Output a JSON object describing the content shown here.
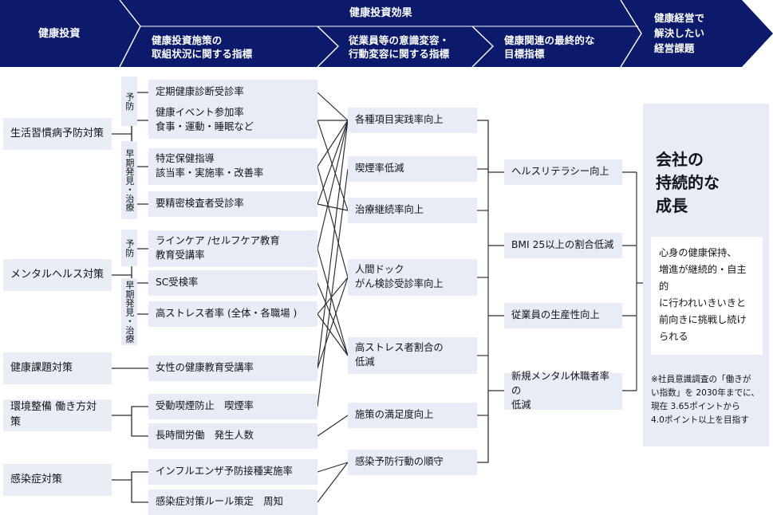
{
  "header": {
    "col1": {
      "label": "健康投資"
    },
    "effect_band": {
      "label": "健康投資効果"
    },
    "col2": {
      "line1": "健康投資施策の",
      "line2": "取組状況に関する指標"
    },
    "col3": {
      "line1": "従業員等の意識変容・",
      "line2": "行動変容に関する指標"
    },
    "col4": {
      "line1": "健康関連の最終的な",
      "line2": "目標指標"
    },
    "col5": {
      "line1": "健康経営で",
      "line2": "解決したい",
      "line3": "経営課題"
    }
  },
  "colors": {
    "header_navy": "#0b1a6b",
    "box_fill": "#e8ecf7",
    "line": "#2a2a33",
    "text": "#111317",
    "white": "#ffffff"
  },
  "investments": [
    {
      "label": "生活習慣病予防対策"
    },
    {
      "label": "メンタルヘルス対策"
    },
    {
      "label": "健康課題対策"
    },
    {
      "label": "環境整備 働き方対策"
    },
    {
      "label": "感染症対策"
    }
  ],
  "stage_tags": [
    {
      "label": "予防"
    },
    {
      "label": "早期発見・治療"
    },
    {
      "label": "予防"
    },
    {
      "label": "早期発見・治療"
    }
  ],
  "measures": [
    {
      "line1": "定期健康診断受診率",
      "line2": ""
    },
    {
      "line1": "健康イベント参加率",
      "line2": "食事・運動・睡眠など"
    },
    {
      "line1": "特定保健指導",
      "line2": "該当率・実施率・改善率"
    },
    {
      "line1": "要精密検査者受診率",
      "line2": ""
    },
    {
      "line1": "ラインケア /セルフケア教育",
      "line2": "教育受講率"
    },
    {
      "line1": "SC受検率",
      "line2": ""
    },
    {
      "line1": "高ストレス者率 (全体・各職場 )",
      "line2": ""
    },
    {
      "line1": "女性の健康教育受講率",
      "line2": ""
    },
    {
      "line1": "受動喫煙防止　喫煙率",
      "line2": ""
    },
    {
      "line1": "長時間労働　発生人数",
      "line2": ""
    },
    {
      "line1": "インフルエンザ予防接種実施率",
      "line2": ""
    },
    {
      "line1": "感染症対策ルール策定　周知",
      "line2": ""
    }
  ],
  "behaviors": [
    {
      "line1": "各種項目実践率向上",
      "line2": ""
    },
    {
      "line1": "喫煙率低減",
      "line2": ""
    },
    {
      "line1": "治療継続率向上",
      "line2": ""
    },
    {
      "line1": "人間ドック",
      "line2": "がん検診受診率向上"
    },
    {
      "line1": "高ストレス者割合の",
      "line2": "低減"
    },
    {
      "line1": "施策の満足度向上",
      "line2": ""
    },
    {
      "line1": "感染予防行動の順守",
      "line2": ""
    }
  ],
  "goals": [
    {
      "label": "ヘルスリテラシー向上"
    },
    {
      "label": "BMI 25以上の割合低減"
    },
    {
      "label": "従業員の生産性向上"
    },
    {
      "line1": "新規メンタル休職者率の",
      "line2": "低減"
    }
  ],
  "outcome": {
    "title_line1": "会社の",
    "title_line2": "持続的な",
    "title_line3": "成長",
    "statement_line1": "心身の健康保持、",
    "statement_line2": "増進が継続的・自主的",
    "statement_line3": "に行われいきいきと",
    "statement_line4": "前向きに挑戦し続け",
    "statement_line5": "られる",
    "note_line1": "※社員意識調査の「働きが",
    "note_line2": "い指数」を 2030年までに、",
    "note_line3": "現在 3.65ポイントから",
    "note_line4": "4.0ポイント以上を目指す"
  }
}
